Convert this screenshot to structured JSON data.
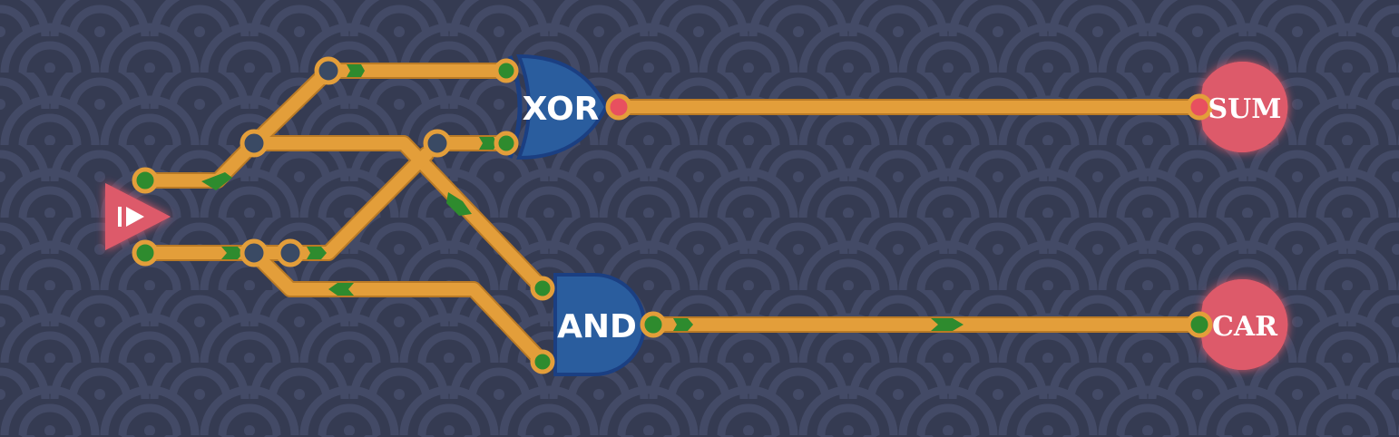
{
  "colors": {
    "background": "#353b52",
    "pattern": "#434a66",
    "wire": "#e39e3a",
    "wire_edge": "#b97a26",
    "signal_on": "#2e8b2e",
    "gate_fill": "#2a5d9e",
    "gate_stroke": "#1b3f82",
    "output_fill": "#dd5a6a",
    "input_fill": "#dd5a6a",
    "junction_fill": "#3a4a64",
    "output_pin_active": "#e8505f"
  },
  "input_source": {
    "icon": "play-triangle-icon"
  },
  "gates": {
    "xor": {
      "label": "XOR"
    },
    "and": {
      "label": "AND"
    }
  },
  "outputs": {
    "sum": {
      "label": "SUM"
    },
    "carry": {
      "label": "CAR"
    }
  }
}
